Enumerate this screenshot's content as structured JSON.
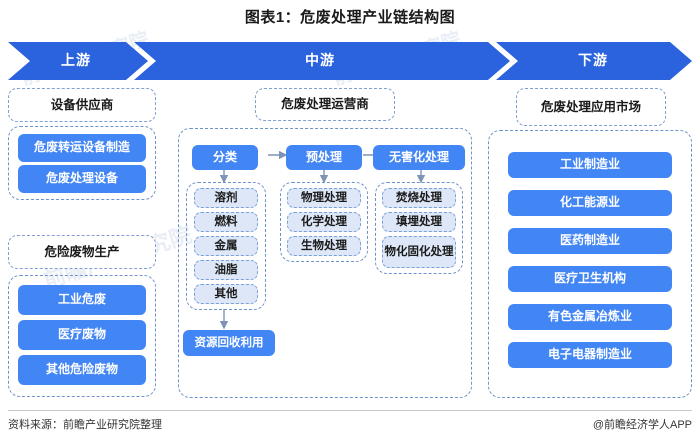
{
  "title": "图表1：危废处理产业链结构图",
  "banner": {
    "segments": [
      {
        "label": "上游"
      },
      {
        "label": "中游"
      },
      {
        "label": "下游"
      }
    ],
    "color": "#2a63dd"
  },
  "upstream": {
    "group1": {
      "header": "设备供应商",
      "items": [
        "危废转运设备制造",
        "危废处理设备"
      ]
    },
    "group2": {
      "header": "危险废物生产",
      "items": [
        "工业危废",
        "医疗废物",
        "其他危险废物"
      ]
    }
  },
  "midstream": {
    "header": "危废处理运营商",
    "columns": [
      {
        "title": "分类",
        "items": [
          "溶剂",
          "燃料",
          "金属",
          "油脂",
          "其他"
        ],
        "output": "资源回收利用"
      },
      {
        "title": "预处理",
        "items": [
          "物理处理",
          "化学处理",
          "生物处理"
        ]
      },
      {
        "title": "无害化处理",
        "items": [
          "焚烧处理",
          "填埋处理",
          "物化固化处理"
        ]
      }
    ]
  },
  "downstream": {
    "header": "危废处理应用市场",
    "items": [
      "工业制造业",
      "化工能源业",
      "医药制造业",
      "医疗卫生机构",
      "有色金属冶炼业",
      "电子电器制造业"
    ]
  },
  "footer": {
    "source": "资料来源：前瞻产业研究院整理",
    "credit": "@前瞻经济学人APP"
  },
  "watermarks": [
    "前瞻产业研究院",
    "前瞻产业研究院",
    "前瞻产业研究院"
  ],
  "colors": {
    "pill": "#4285f4",
    "banner": "#2a63dd",
    "light": "#dde7f8",
    "dash": "#6f93c8"
  }
}
